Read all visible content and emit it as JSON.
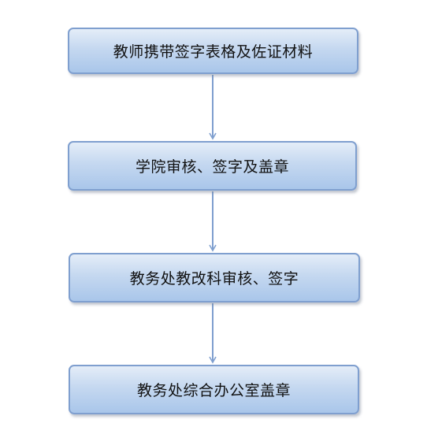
{
  "flowchart": {
    "steps": [
      {
        "label": "教师携带签字表格及佐证材料"
      },
      {
        "label": "学院审核、签字及盖章"
      },
      {
        "label": "教务处教改科审核、签字"
      },
      {
        "label": "教务处综合办公室盖章"
      }
    ],
    "colors": {
      "box_border": "#7f9fcf",
      "box_fill_top": "#e4edf8",
      "box_fill_bottom": "#a9c6ea",
      "arrow": "#7f9fcf"
    }
  }
}
